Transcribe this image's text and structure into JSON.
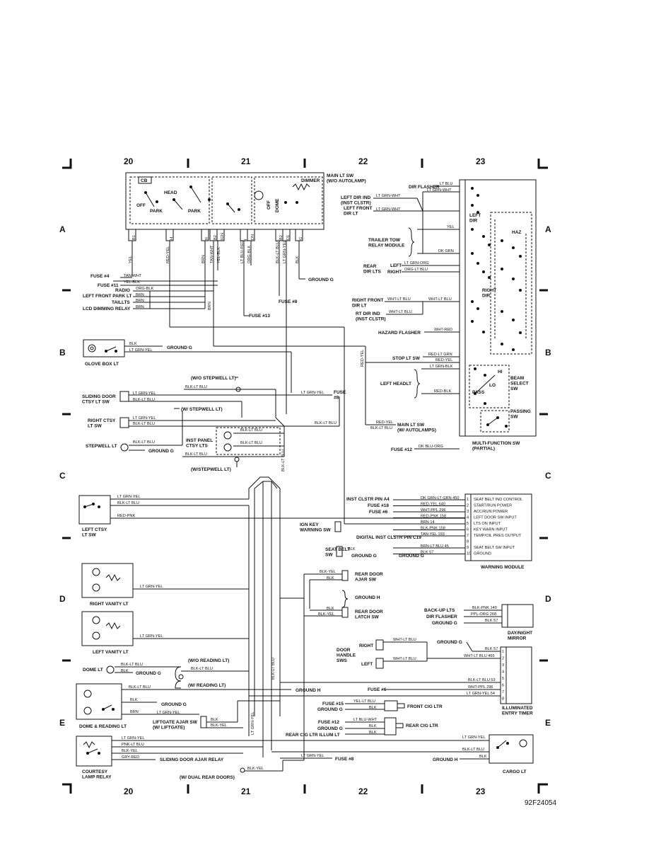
{
  "grid": {
    "columns": [
      "20",
      "21",
      "22",
      "23"
    ],
    "rows": [
      "A",
      "B",
      "C",
      "D",
      "E"
    ]
  },
  "figure_ref": "92F24054",
  "main_lt_sw": {
    "title": "MAIN LT SW\n(W/O AUTOLAMP)",
    "cb": "CB",
    "head": "HEAD",
    "off": "OFF",
    "park1": "PARK",
    "park2": "PARK",
    "dimmer": "DIMMER",
    "off_vert": "OFF",
    "dome_vert": "DOME",
    "pins": [
      "B1",
      "H",
      "R",
      "B2",
      "IGN",
      "I",
      "DN",
      "B2",
      "D1",
      "G"
    ],
    "wires": [
      "YEL",
      "RED-YEL",
      "BRN",
      "TAN-WHT",
      "YEL-BLK",
      "LT BLU-RED",
      "ORG-BLK",
      "BLK-LT BLU",
      "LT GRN-YEL",
      "BLK"
    ]
  },
  "left_a": {
    "fuse4": "FUSE #4",
    "fuse4_wire": "TAN-WHT",
    "fuse11": "FUSE #11",
    "fuse11_wire": "YEL-BLK",
    "radio": "RADIO",
    "radio_wire": "ORG-BLK",
    "left_front_park": "LEFT FRONT PARK LT",
    "left_front_park_wire": "BRN",
    "taillts": "TAILLTS",
    "taillts_wire": "BRN",
    "lcd": "LCD DIMMING RELAY",
    "lcd_wire": "BRN",
    "brn_vert": "BRN",
    "fuse13": "FUSE #13",
    "fuse8": "FUSE #8",
    "ground_g": "GROUND G"
  },
  "glove_box": {
    "label": "GLOVE BOX LT",
    "w1": "BLK",
    "w2": "LT GRN-YEL",
    "ground": "GROUND G"
  },
  "middle_b": {
    "wo_stepwell": "(W/O STEPWELL LT)",
    "blk_lt_blu": "BLK-LT BLU",
    "sliding_door": "SLIDING DOOR\nCTSY LT SW",
    "sd_w1": "LT GRN-YEL",
    "sd_w2": "BLK-LT BLU",
    "w_stepwell": "(W/ STEPWELL LT)",
    "right_ctsy": "RIGHT CTSY\nLT SW",
    "rc_w1": "LT GRN-YEL",
    "rc_w2": "BLK-LT BLU",
    "stepwell": "STEPWELL LT",
    "sw_w1": "BLK-LT BLU",
    "sw_ground": "GROUND G",
    "inst_panel": "INST PANEL\nCTSY LTS",
    "ip_w1": "BLK-LT BLU",
    "ip_w2": "BLK-LT BLU",
    "ip_w3": "BLK-LT BLU",
    "w_stepwell2": "(W/STEPWELL LT)",
    "blk_lt_blu_vert": "BLK-LT BLU",
    "fuse8_wire": "LT GRN-YEL",
    "fuse8": "FUSE\n#8",
    "mid_blk_lt_blu": "BLK-LT BLU",
    "red_yel_vert": "RED-YEL"
  },
  "mf_switch": {
    "dir_flasher": "DIR FLASHER",
    "dir_flasher_wire": "LT BLU",
    "left_dir_ind": "LEFT DIR IND\n(INST CLSTR)",
    "ldi_wire": "LT GRN-WHT",
    "left_front_dir": "LEFT FRONT\nDIR LT",
    "lfd_wire": "LT GRN-WHT",
    "lt_grn_wht": "LT GRN-WHT",
    "trailer_tow": "TRAILER TOW\nRELAY MODULE",
    "tt_wire1": "YEL",
    "tt_wire2": "DK GRN",
    "rear_dir": "REAR\nDIR LTS",
    "rear_left": "LEFT",
    "rear_right": "RIGHT",
    "rear_w1": "LT GRN-ORG",
    "rear_w2": "ORG-LT BLU",
    "right_front_dir": "RIGHT FRONT\nDIR LT",
    "rfd_wire": "WHT-LT BLU",
    "rfd_wire2": "WHT-LT BLU",
    "rt_dir_ind": "RT DIR IND\n(INST CLSTR)",
    "rdi_wire": "WHT-LT BLU",
    "hazard_flasher": "HAZARD FLASHER",
    "hf_wire": "WHT-RED",
    "stop_lt": "STOP LT SW",
    "stop_w1": "RED-LT GRN",
    "stop_w2": "RED-YEL",
    "left_headlt": "LEFT HEADLT",
    "lh_w1": "LT GRN-BLK",
    "lh_w2": "RED-BLK",
    "main_lt_auto": "MAIN LT SW\n(W/ AUTOLAMPS)",
    "mla_w1": "RED-YEL",
    "mla_w2": "BLK-LT BLU",
    "fuse12": "FUSE #12",
    "fuse12_wire": "DK BLU-ORG",
    "left_dir": "LEFT\nDIR",
    "right_dir": "RIGHT\nDIR",
    "haz": "HAZ",
    "hi": "HI",
    "lo": "LO",
    "pass": "PASS",
    "beam_select": "BEAM\nSELECT\nSW",
    "passing_sw": "PASSING\nSW",
    "title": "MULTI-FUNCTION SW\n(PARTIAL)"
  },
  "warning_module": {
    "title": "WARNING MODULE",
    "pins": [
      {
        "n": "1",
        "func": "SEAT BELT IND CONTROL",
        "wire": "DK GRN-LT GRN 450",
        "source": "INST CLSTR PIN A4"
      },
      {
        "n": "2",
        "func": "START/RUN POWER",
        "wire": "RED-YEL 640",
        "source": "FUSE #18"
      },
      {
        "n": "3",
        "func": "ACC/RUN POWER",
        "wire": "WHT-PPL 296",
        "source": "FUSE #6"
      },
      {
        "n": "4",
        "func": "LEFT DOOR SW INPUT",
        "wire": "RED-PNK 158",
        "source": ""
      },
      {
        "n": "5",
        "func": "LTS ON INPUT",
        "wire": "BRN 14",
        "source": ""
      },
      {
        "n": "6",
        "func": "KEY WARN INPUT",
        "wire": "BLK-PNK 158",
        "source": "IGN KEY\nWARNING SW"
      },
      {
        "n": "7",
        "func": "TEMP/OIL PRES OUTPUT",
        "wire": "TAN-YEL 193",
        "source": "DIGITAL INST CLSTR PIN C19"
      },
      {
        "n": "8",
        "func": "",
        "wire": "",
        "source": ""
      },
      {
        "n": "9",
        "func": "SEAT BELT SW INPUT",
        "wire": "BRN-LT BLU 45",
        "source": "SEAT BELT\nSW"
      },
      {
        "n": "10",
        "func": "GROUND",
        "wire": "BLK 57",
        "source": "GROUND G"
      }
    ],
    "sb_blk": "BLK",
    "sb_ground": "GROUND G"
  },
  "left_ctsy": {
    "label": "LEFT CTSY\nLT SW",
    "w1": "LT GRN-YEL",
    "w2": "BLK-LT BLU",
    "w3": "RED-PNK"
  },
  "rear_door": {
    "ajar_w1": "BLK-YEL",
    "ajar_w2": "BLK",
    "ajar": "REAR DOOR\nAJAR SW",
    "ground_h": "GROUND H",
    "latch_w1": "BLK",
    "latch_w2": "BLK-YEL",
    "latch": "REAR DOOR\nLATCH SW"
  },
  "vanity": {
    "right": "RIGHT VANITY LT",
    "right_wire": "LT GRN-YEL",
    "left": "LEFT VANITY LT",
    "left_wire": "LT GRN-YEL"
  },
  "mirror": {
    "title": "DAY/NIGHT\nMIRROR",
    "backup": "BACK-UP LTS",
    "backup_wire": "BLK-PNK 140",
    "dir_flasher": "DIR FLASHER",
    "df_wire": "PPL-ORG 268",
    "ground": "GROUND G",
    "gnd_wire": "BLK 57"
  },
  "entry_timer": {
    "title": "ILLUMINATED\nENTRY TIMER",
    "door_handle": "DOOR\nHANDLE\nSWS",
    "right": "RIGHT",
    "left": "LEFT",
    "dh_w1": "WHT-LT BLU",
    "dh_w2": "WHT-LT BLU",
    "ground_g": "GROUND G",
    "blk57": "BLK 57",
    "wht_lt_blu": "WHT-LT BLU 465",
    "blk_lt_blu": "BLK-LT BLU 53",
    "fuse6": "FUSE #6",
    "wht_ppl": "WHT-PPL 296",
    "lt_grn_yel": "LT GRN-YEL 54",
    "pins": [
      "1",
      "2",
      "3",
      "4",
      "5",
      "6",
      "7",
      "8"
    ]
  },
  "dome": {
    "wo_reading": "(W/O READING LT)",
    "blk_lt_blu": "BLK-LT BLU",
    "dome_lt": "DOME LT",
    "d_w1": "BLK-LT BLU",
    "d_w2": "BLK",
    "d_ground": "GROUND G",
    "blk_lt_blu2": "BLK-LT BLU",
    "w_reading": "(W/ READING LT)",
    "reading": "DOME & READING LT",
    "r_w1": "BLK-LT BLU",
    "r_w2": "BLK",
    "r_w3": "BRN",
    "r_ground": "GROUND G",
    "ground_h": "GROUND H",
    "liftgate": "LIFTGATE AJAR SW\n(W/ LIFTGATE)",
    "lg_w1": "LT GRN-YEL",
    "lg_w2": "BLK",
    "lg_w3": "BLK-YEL"
  },
  "cig": {
    "fuse15": "FUSE #15",
    "f15_wire": "YEL-LT BLU",
    "front_ground": "GROUND G",
    "front_blk": "BLK",
    "front": "FRONT CIG LTR",
    "fuse12": "FUSE #12",
    "f12_wire": "LT BLU-WHT",
    "rear_ground": "GROUND G",
    "rear_blk": "BLK",
    "rear": "REAR CIG LTR",
    "illum": "REAR CIG LTR ILLUM LT",
    "illum_blk": "BLK"
  },
  "courtesy_relay": {
    "label": "COURTESY\nLAMP RELAY",
    "w1": "LT GRN-YEL",
    "w2": "PNK-LT BLU",
    "w3": "BLK-YEL",
    "w4": "GRY-RED",
    "sliding": "SLIDING DOOR AJAR RELAY",
    "dual": "(W/ DUAL REAR DOORS)",
    "dual_wire": "BLK-YEL",
    "lt_grn_yel_vert": "LT GRN-YEL",
    "blk_lt_blu_vert": "BLK-LT BLU",
    "fuse8_wire": "LT GRN-YEL",
    "fuse8": "FUSE #8"
  },
  "cargo": {
    "label": "CARGO LT",
    "w1": "LT GRN-YEL",
    "w2": "BLK-LT BLU",
    "w3": "BLK",
    "ground_h": "GROUND H"
  }
}
